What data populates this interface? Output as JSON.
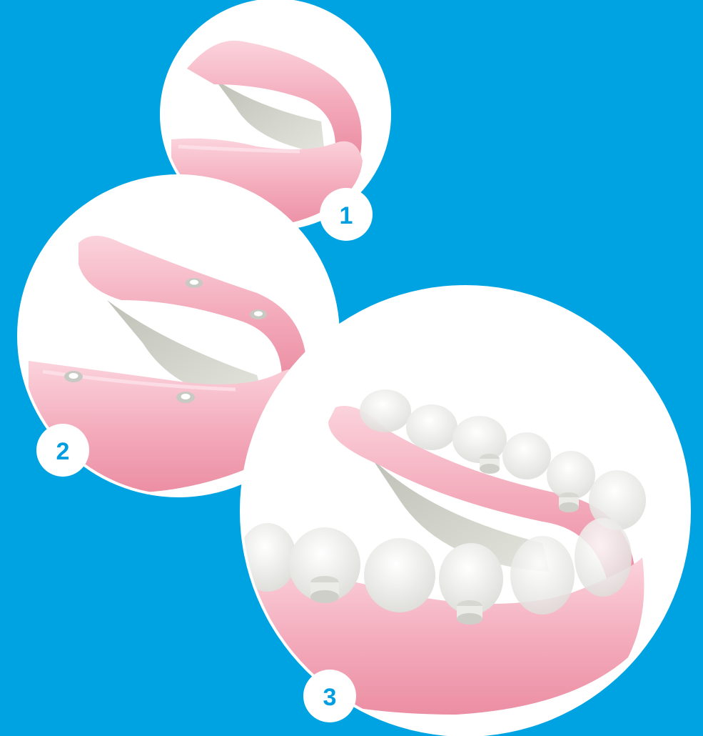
{
  "colors": {
    "background": "#00a3e2",
    "circle_fill": "#ffffff",
    "gum": "#f2a3b4",
    "gum_light": "#fbd3dc",
    "bone": "#d9dad2",
    "tooth": "#f4f4f2",
    "implant": "#e6e6e2",
    "badge_text": "#009ee0"
  },
  "steps": [
    {
      "number": "1",
      "icon": "edentulous-jaw-illustration"
    },
    {
      "number": "2",
      "icon": "jaw-with-four-implants-illustration"
    },
    {
      "number": "3",
      "icon": "jaw-with-implant-bridge-illustration"
    }
  ]
}
